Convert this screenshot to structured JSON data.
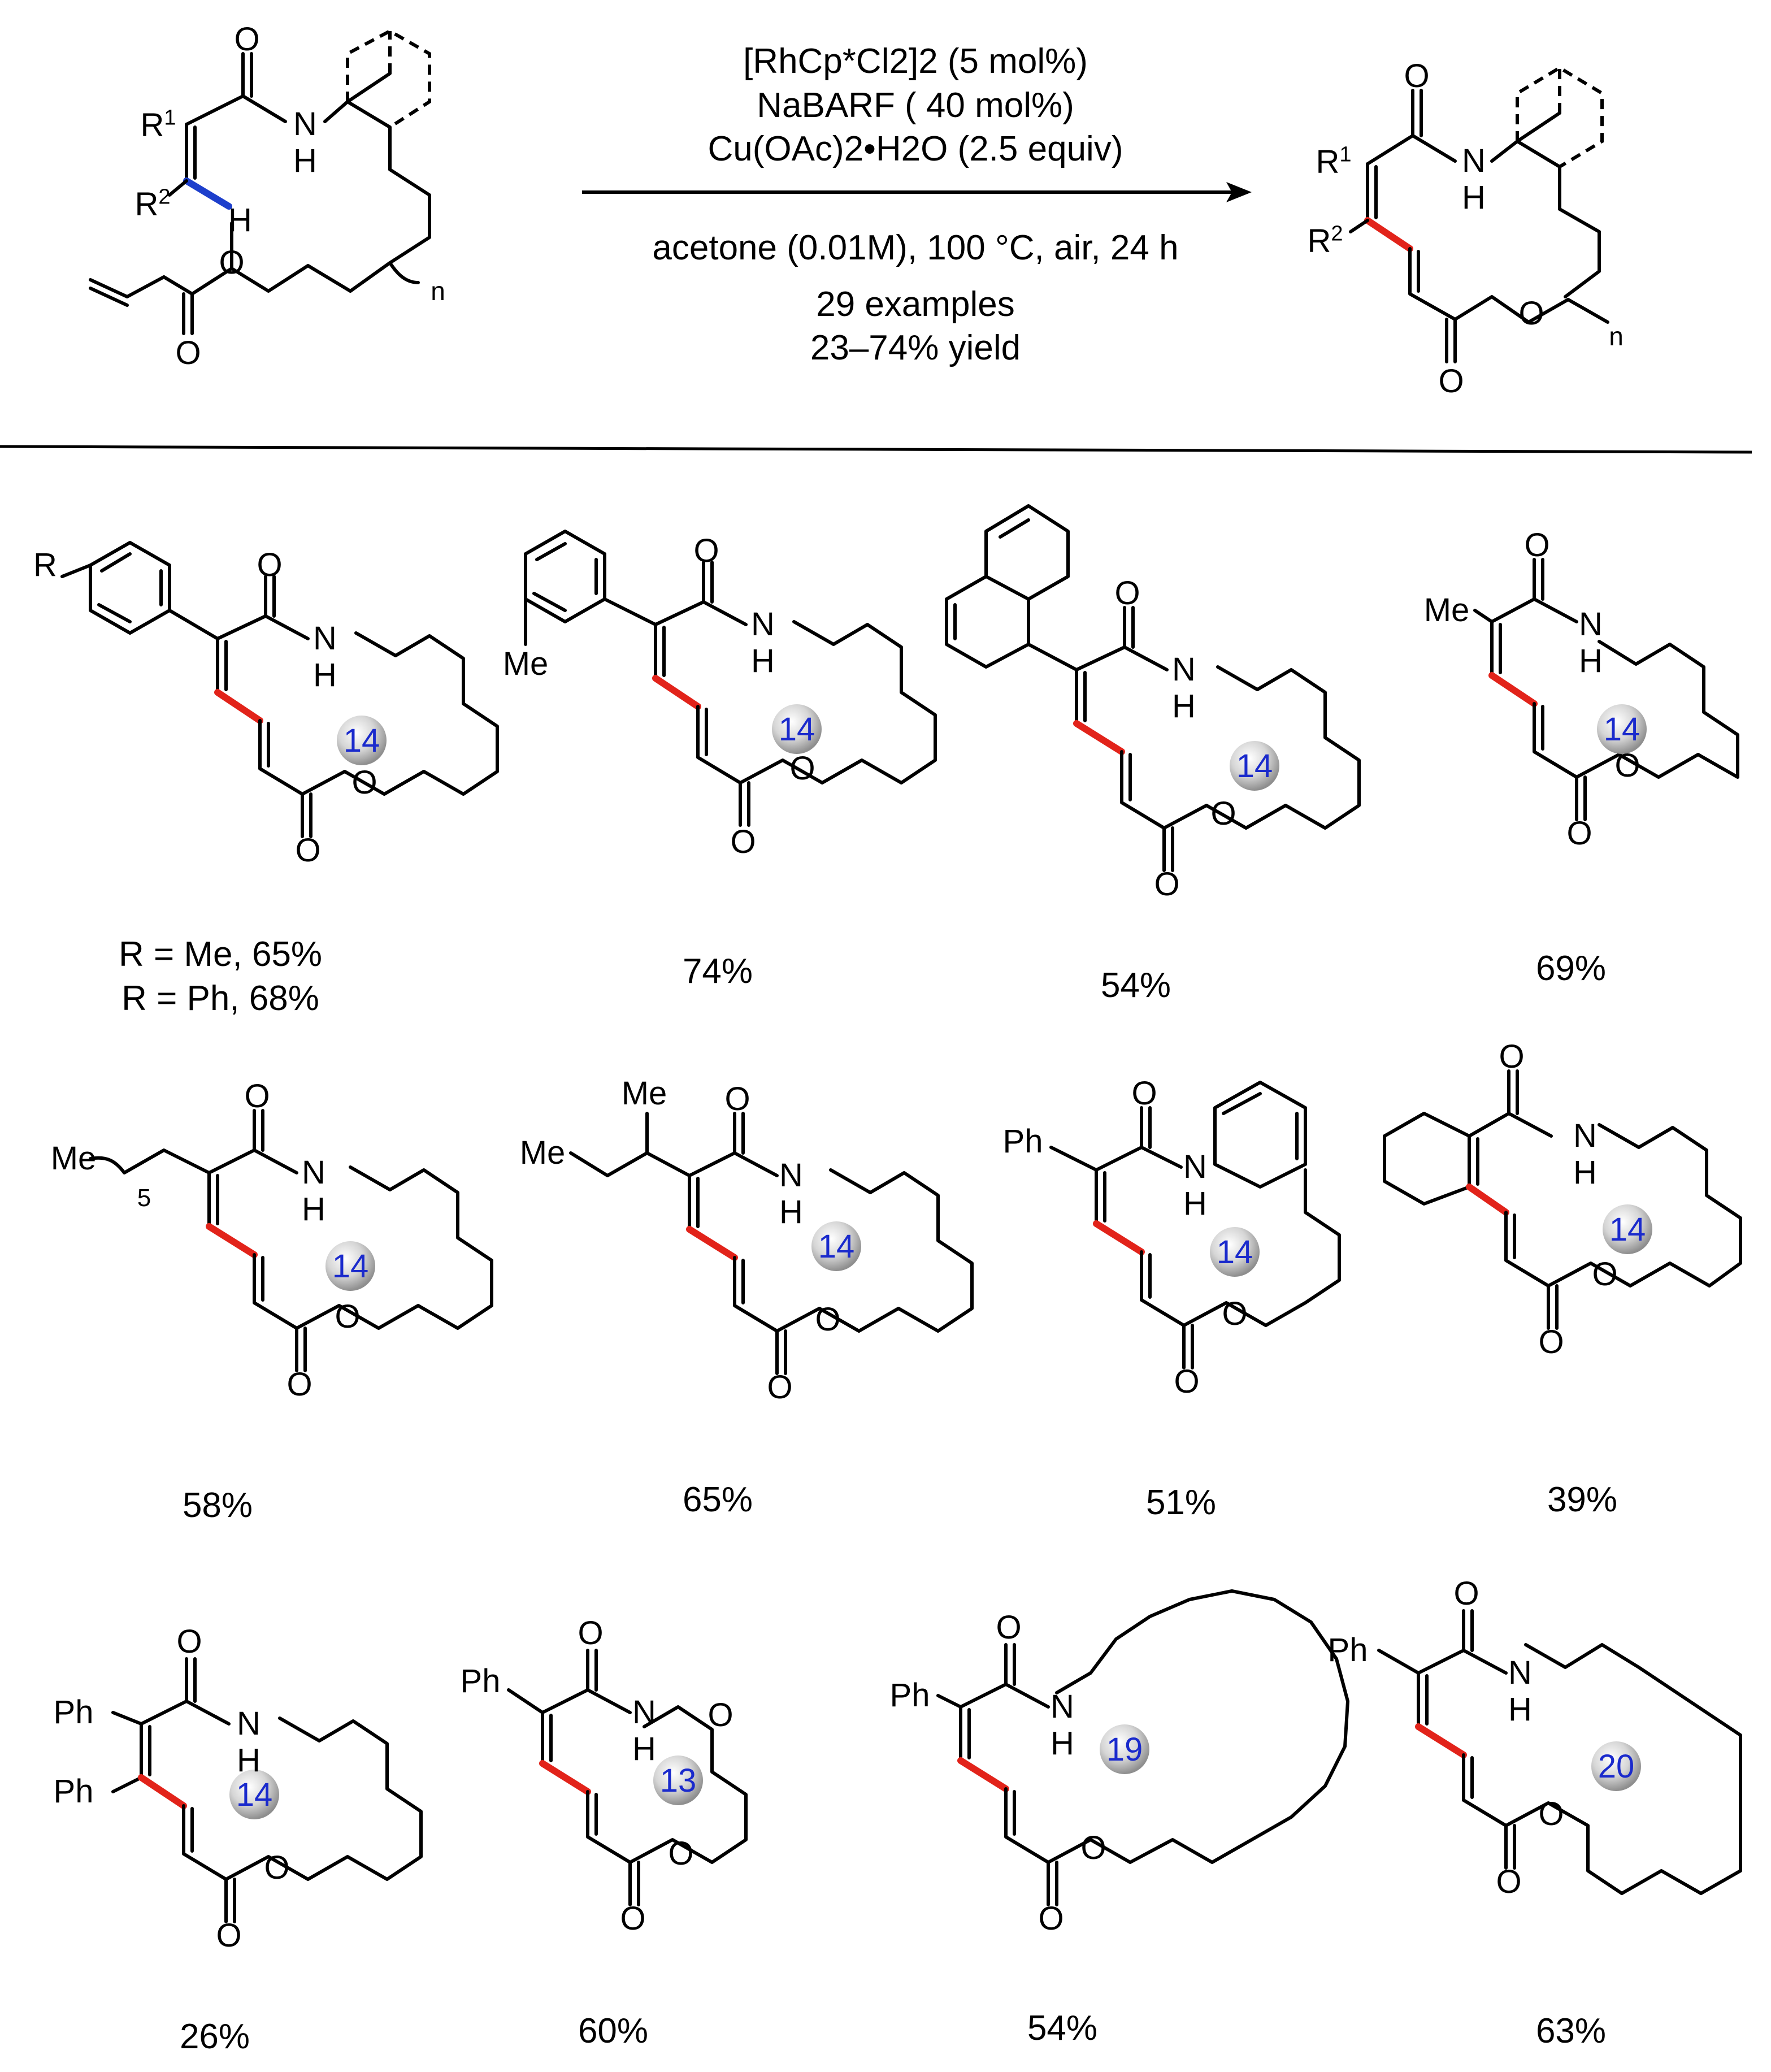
{
  "scheme": {
    "conditions": [
      "[RhCp*Cl2]2 (5 mol%)",
      "NaBARF ( 40 mol%)",
      "Cu(OAc)2•H2O (2.5 equiv)",
      "acetone (0.01M), 100 °C, air, 24 h",
      "29 examples",
      "23–74% yield"
    ],
    "substrate_labels": {
      "r1": "R",
      "r1_sup": "1",
      "r2": "R",
      "r2_sup": "2",
      "h": "H",
      "o1": "O",
      "nh_n": "N",
      "nh_h": "H",
      "o_ester": "O",
      "o_carbonyl": "O",
      "n": "n"
    },
    "product_labels": {
      "r1": "R",
      "r1_sup": "1",
      "r2": "R",
      "r2_sup": "2",
      "o1": "O",
      "nh_n": "N",
      "nh_h": "H",
      "o_ester": "O",
      "o_carbonyl": "O",
      "n": "n"
    }
  },
  "atoms": {
    "o": "O",
    "n": "N",
    "h": "H",
    "me": "Me",
    "ph": "Ph",
    "r": "R",
    "five": "5"
  },
  "examples": [
    {
      "ring": "14",
      "yield": "R = Me, 65%",
      "yield2": "R = Ph, 68%"
    },
    {
      "ring": "14",
      "yield": "74%"
    },
    {
      "ring": "14",
      "yield": "54%"
    },
    {
      "ring": "14",
      "yield": "69%"
    },
    {
      "ring": "14",
      "yield": "58%"
    },
    {
      "ring": "14",
      "yield": "65%"
    },
    {
      "ring": "14",
      "yield": "51%"
    },
    {
      "ring": "14",
      "yield": "39%"
    },
    {
      "ring": "14",
      "yield": "26%"
    },
    {
      "ring": "13",
      "yield": "60%"
    },
    {
      "ring": "19",
      "yield": "54%"
    },
    {
      "ring": "20",
      "yield": "63%"
    }
  ],
  "colors": {
    "new_bond": "#e2231a",
    "activated_ch": "#1d3fcc",
    "ring_size_text": "#1a2acc"
  }
}
